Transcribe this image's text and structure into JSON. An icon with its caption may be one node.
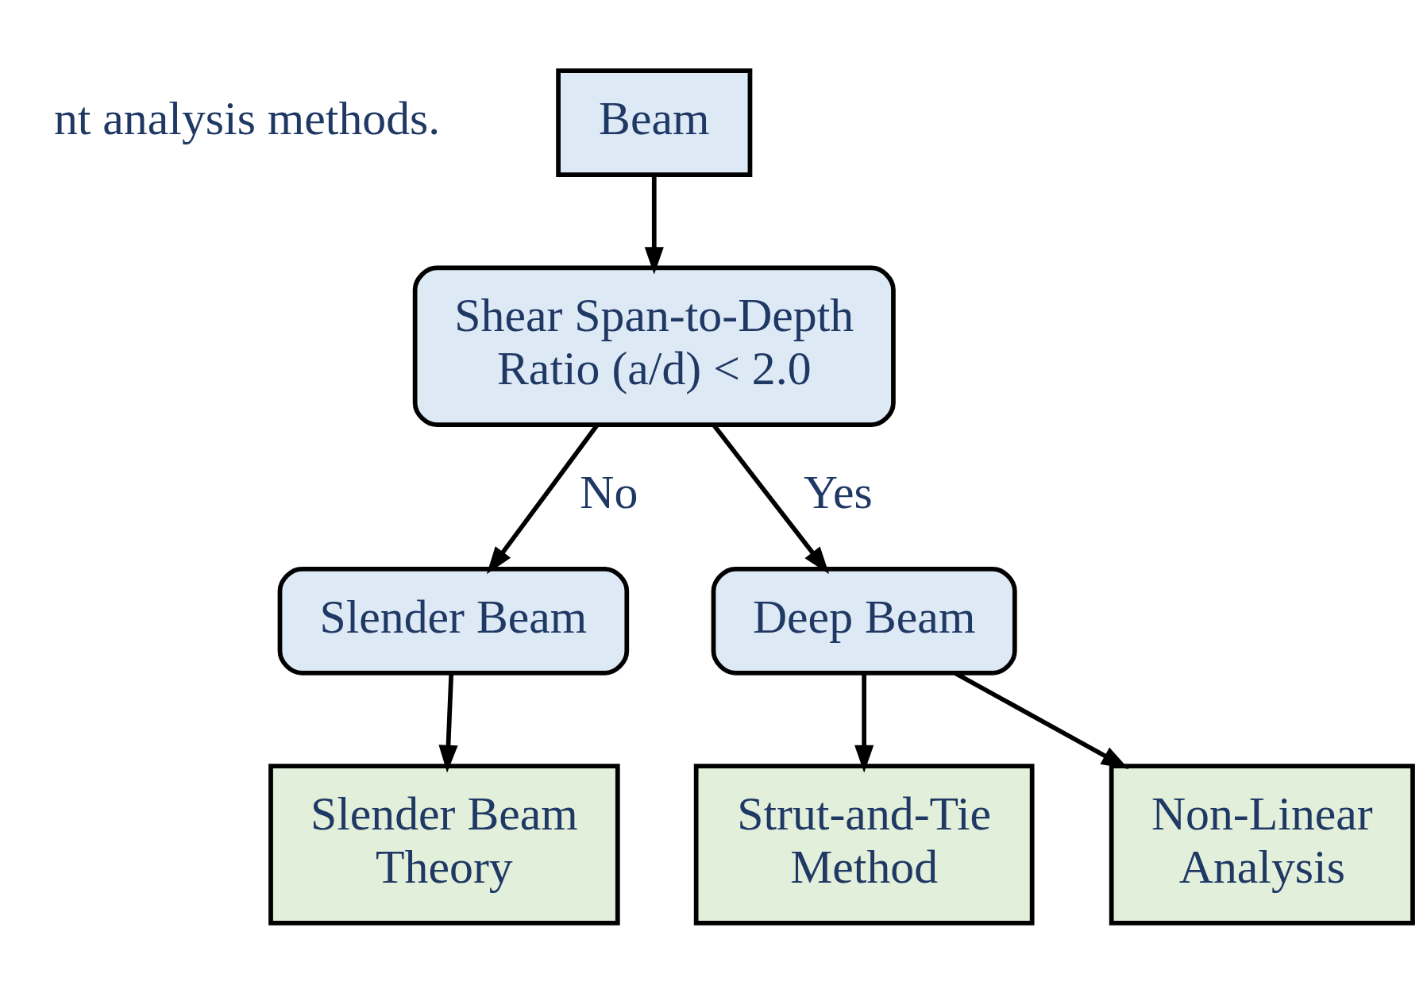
{
  "diagram": {
    "nodes": [
      {
        "text": [
          "Beam"
        ]
      },
      {
        "text": [
          "Shear Span-to-Depth Ratio (a/d) < 2.0"
        ]
      },
      {
        "text": [
          "Slender Beam"
        ]
      },
      {
        "text": [
          "Deep Beam"
        ]
      },
      {
        "text": [
          "Slender Beam Theory"
        ]
      },
      {
        "text": [
          "Strut-and-Tie Method"
        ]
      },
      {
        "text": [
          "Non-Linear Analysis"
        ]
      }
    ],
    "edges": [
      {
        "from": 0,
        "to": 1,
        "arrow": "to"
      },
      {
        "from": 1,
        "to": 2,
        "arrow": "to",
        "label": "No"
      },
      {
        "from": 1,
        "to": 3,
        "arrow": "to",
        "label": "Yes"
      },
      {
        "from": 2,
        "to": 4,
        "arrow": "to"
      },
      {
        "from": 3,
        "to": 5,
        "arrow": "to"
      },
      {
        "from": 3,
        "to": 6,
        "arrow": "to"
      }
    ],
    "labels": [
      "nt analysis methods."
    ]
  }
}
